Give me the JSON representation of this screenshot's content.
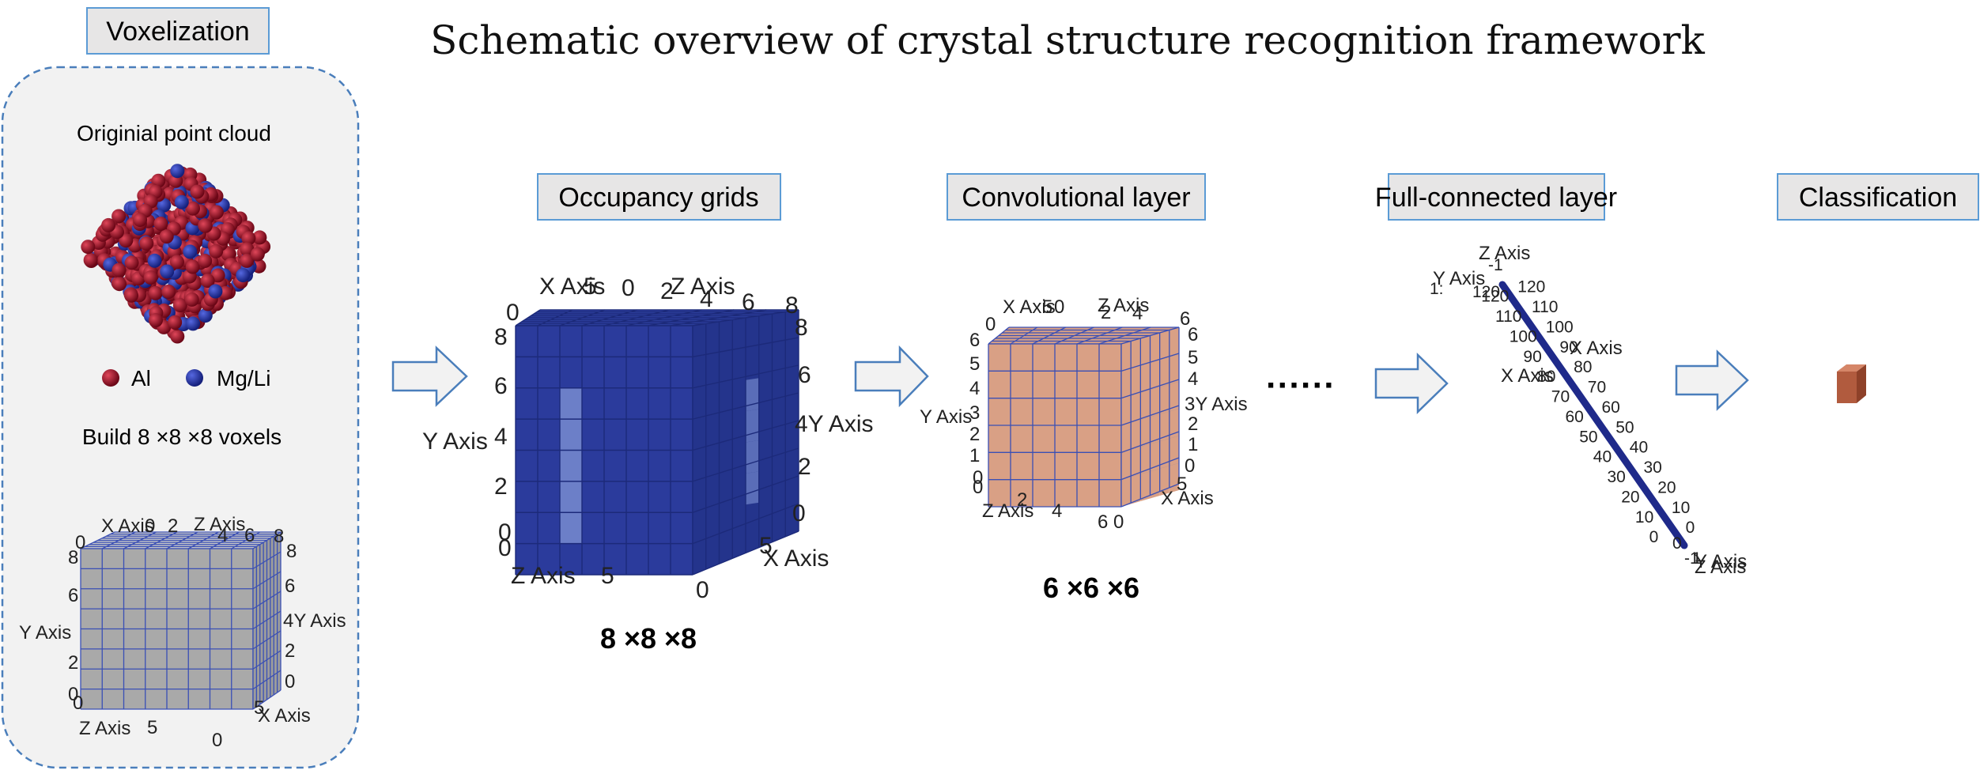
{
  "title": "Schematic overview of crystal structure recognition framework",
  "stages": {
    "voxelization": "Voxelization",
    "occupancy": "Occupancy grids",
    "conv": "Convolutional layer",
    "fc": "Full-connected layer",
    "classification": "Classification"
  },
  "panel": {
    "point_cloud_label": "Originial point cloud",
    "legend_al": "Al",
    "legend_mg": "Mg/Li",
    "build_text": "Build 8 ×8 ×8 voxels"
  },
  "dims": {
    "occupancy": "8 ×8 ×8",
    "conv": "6 ×6 ×6"
  },
  "ellipsis": "······",
  "axes": {
    "x_axis": "X Axis",
    "y_axis": "Y Axis",
    "z_axis": "Z Axis",
    "y_axis_tight": "4Y Axis",
    "y_axis_conv": "3Y Axis"
  },
  "fc_ticks": [
    "120",
    "110",
    "100",
    "90",
    "80",
    "70",
    "60",
    "50",
    "40",
    "30",
    "20",
    "10",
    "0"
  ],
  "colors": {
    "al": "#8b0d1f",
    "mg_li": "#1f2fa8",
    "voxel_gray": "#a7a7a7",
    "occupancy_blue": "#2b3b9c",
    "conv_blue": "#6a85c0",
    "conv_orange": "#d9a085",
    "box_fill": "#e7e6e6",
    "box_stroke": "#5b9bd5"
  }
}
